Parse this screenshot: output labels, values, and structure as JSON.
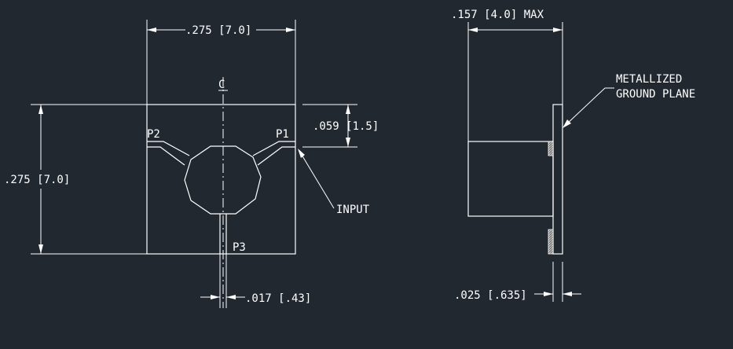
{
  "drawing": {
    "background": "#212830",
    "line_color": "#ffffff",
    "dims": {
      "top_width": ".275 [7.0]",
      "left_height": ".275 [7.0]",
      "port_offset": ".059 [1.5]",
      "line_width": ".017 [.43]",
      "max_thickness": ".157 [4.0] MAX",
      "ground_thickness": ".025 [.635]"
    },
    "labels": {
      "centerline": "C",
      "p1": "P1",
      "p2": "P2",
      "p3": "P3",
      "input": "INPUT",
      "metallized_1": "METALLIZED",
      "metallized_2": "GROUND PLANE"
    }
  }
}
